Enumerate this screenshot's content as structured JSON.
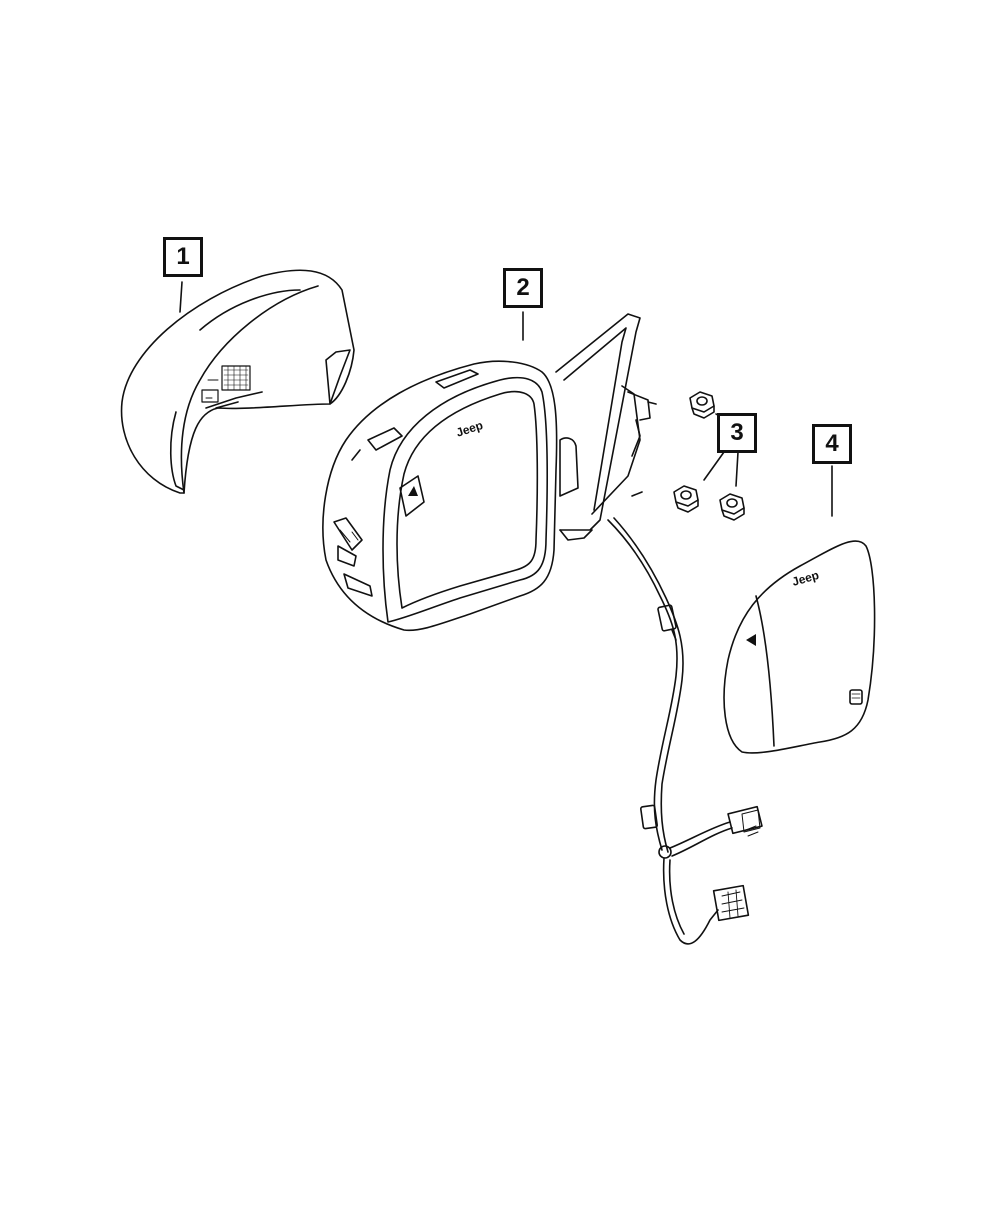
{
  "callouts": [
    {
      "id": "1",
      "label": "1"
    },
    {
      "id": "2",
      "label": "2"
    },
    {
      "id": "3",
      "label": "3"
    },
    {
      "id": "4",
      "label": "4"
    }
  ],
  "logos": {
    "housing_logo": "Jeep",
    "glass_logo": "Jeep"
  },
  "colors": {
    "line": "#111111",
    "background": "#ffffff"
  }
}
